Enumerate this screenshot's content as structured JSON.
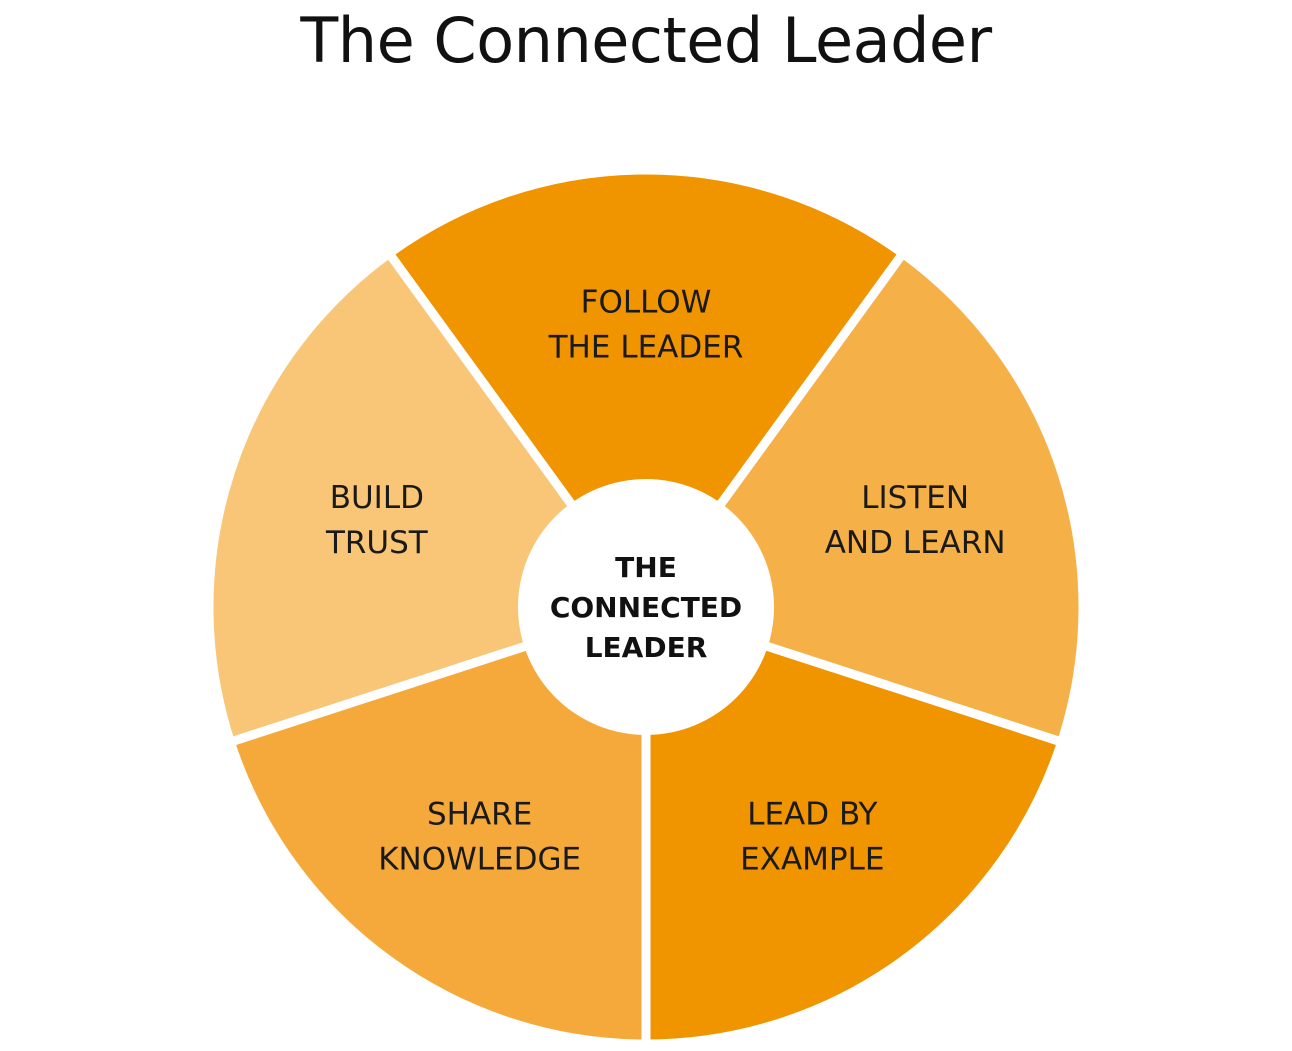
{
  "title": "The Connected Leader",
  "center": {
    "lines": [
      "THE",
      "CONNECTED",
      "LEADER"
    ]
  },
  "segments": [
    {
      "id": "follow-the-leader",
      "lines": [
        "FOLLOW",
        "THE LEADER"
      ],
      "color": "#F09400"
    },
    {
      "id": "listen-and-learn",
      "lines": [
        "LISTEN",
        "AND LEARN"
      ],
      "color": "#F5B048"
    },
    {
      "id": "lead-by-example",
      "lines": [
        "LEAD BY",
        "EXAMPLE"
      ],
      "color": "#F09400"
    },
    {
      "id": "share-knowledge",
      "lines": [
        "SHARE",
        "KNOWLEDGE"
      ],
      "color": "#F5A93A"
    },
    {
      "id": "build-trust",
      "lines": [
        "BUILD",
        "TRUST"
      ],
      "color": "#F8C676"
    }
  ],
  "colors": {
    "background": "#FFFFFF",
    "separator": "#FFFFFF",
    "center_fill": "#FFFFFF",
    "text": "#1A1A1A"
  }
}
